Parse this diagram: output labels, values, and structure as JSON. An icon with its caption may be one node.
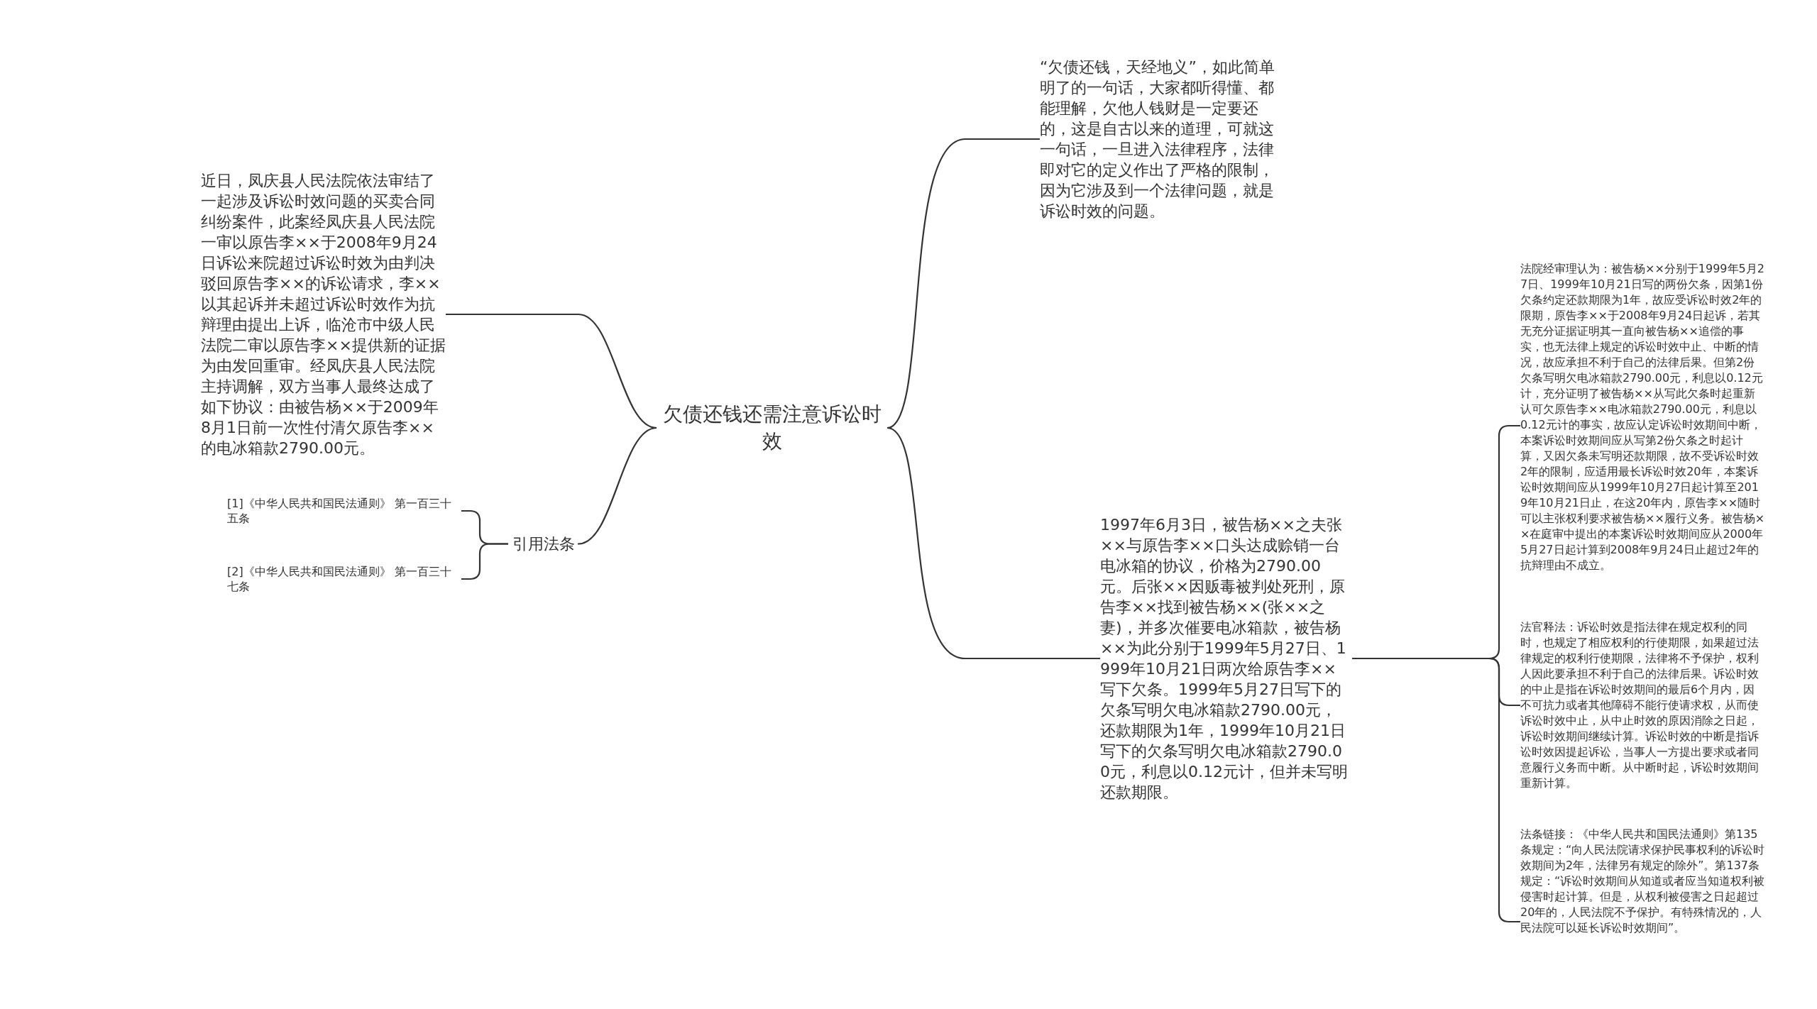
{
  "diagram": {
    "nodes": [
      {
        "text": [
          "欠债还钱还需注意诉讼时效"
        ]
      },
      {
        "text": [
          "近日，凤庆县人民法院依法审结了一起涉及诉讼时效问题的买卖合同纠纷案件，此案经凤庆县人民法院一审以原告李××于2008年9月24日诉讼来院超过诉讼时效为由判决驳回原告李××的诉讼请求，李××以其起诉并未超过诉讼时效作为抗辩理由提出上诉，临沧市中级人民法院二审以原告李××提供新的证据为由发回重审。经凤庆县人民法院主持调解，双方当事人最终达成了如下协议：由被告杨××于2009年8月1日前一次性付清欠原告李××的电冰箱款2790.00元。"
        ]
      },
      {
        "text": [
          "引用法条"
        ]
      },
      {
        "text": [
          "[1]《中华人民共和国民法通则》 第一百三十五条"
        ]
      },
      {
        "text": [
          "[2]《中华人民共和国民法通则》 第一百三十七条"
        ]
      },
      {
        "text": [
          "“欠债还钱，天经地义”，如此简单明了的一句话，大家都听得懂、都能理解，欠他人钱财是一定要还的，这是自古以来的道理，可就这一句话，一旦进入法律程序，法律即对它的定义作出了严格的限制，因为它涉及到一个法律问题，就是诉讼时效的问题。"
        ]
      },
      {
        "text": [
          "1997年6月3日，被告杨××之夫张××与原告李××口头达成赊销一台电冰箱的协议，价格为2790.00元。后张××因贩毒被判处死刑，原告李××找到被告杨××(张××之妻)，并多次催要电冰箱款，被告杨××为此分别于1999年5月27日、1999年10月21日两次给原告李××写下欠条。1999年5月27日写下的欠条写明欠电冰箱款2790.00元，还款期限为1年，1999年10月21日写下的欠条写明欠电冰箱款2790.00元，利息以0.12元计，但并未写明还款期限。"
        ]
      },
      {
        "text": [
          "法院经审理认为：被告杨××分别于1999年5月27日、1999年10月21日写的两份欠条，因第1份欠条约定还款期限为1年，故应受诉讼时效2年的限期，原告李××于2008年9月24日起诉，若其无充分证据证明其一直向被告杨××追偿的事实，也无法律上规定的诉讼时效中止、中断的情况，故应承担不利于自己的法律后果。但第2份欠条写明欠电冰箱款2790.00元，利息以0.12元计，充分证明了被告杨××从写此欠条时起重新认可欠原告李××电冰箱款2790.00元，利息以0.12元计的事实，故应认定诉讼时效期间中断，本案诉讼时效期间应从写第2份欠条之时起计算，又因欠条未写明还款期限，故不受诉讼时效2年的限制，应适用最长诉讼时效20年，本案诉讼时效期间应从1999年10月27日起计算至2019年10月21日止，在这20年内，原告李××随时可以主张权利要求被告杨××履行义务。被告杨××在庭审中提出的本案诉讼时效期间应从2000年5月27日起计算到2008年9月24日止超过2年的抗辩理由不成立。"
        ]
      },
      {
        "text": [
          "法官释法：诉讼时效是指法律在规定权利的同时，也规定了相应权利的行使期限，如果超过法律规定的权利行使期限，法律将不予保护，权利人因此要承担不利于自己的法律后果。诉讼时效的中止是指在诉讼时效期间的最后6个月内，因不可抗力或者其他障碍不能行使请求权，从而使诉讼时效中止，从中止时效的原因消除之日起，诉讼时效期间继续计算。诉讼时效的中断是指诉讼时效因提起诉讼，当事人一方提出要求或者同意履行义务而中断。从中断时起，诉讼时效期间重新计算。"
        ]
      },
      {
        "text": [
          "法条链接：《中华人民共和国民法通则》第135条规定：“向人民法院请求保护民事权利的诉讼时效期间为2年，法律另有规定的除外”。第137条规定：“诉讼时效期间从知道或者应当知道权利被侵害时起计算。但是，从权利被侵害之日起超过20年的，人民法院不予保护。有特殊情况的，人民法院可以延长诉讼时效期间”。"
        ]
      }
    ],
    "edges": [
      {
        "from": 0,
        "to": 1,
        "arrow": "none"
      },
      {
        "from": 0,
        "to": 2,
        "arrow": "none"
      },
      {
        "from": 2,
        "to": 3,
        "arrow": "none"
      },
      {
        "from": 2,
        "to": 4,
        "arrow": "none"
      },
      {
        "from": 0,
        "to": 5,
        "arrow": "none"
      },
      {
        "from": 0,
        "to": 6,
        "arrow": "none"
      },
      {
        "from": 6,
        "to": 7,
        "arrow": "none"
      },
      {
        "from": 6,
        "to": 8,
        "arrow": "none"
      },
      {
        "from": 6,
        "to": 9,
        "arrow": "none"
      }
    ]
  }
}
